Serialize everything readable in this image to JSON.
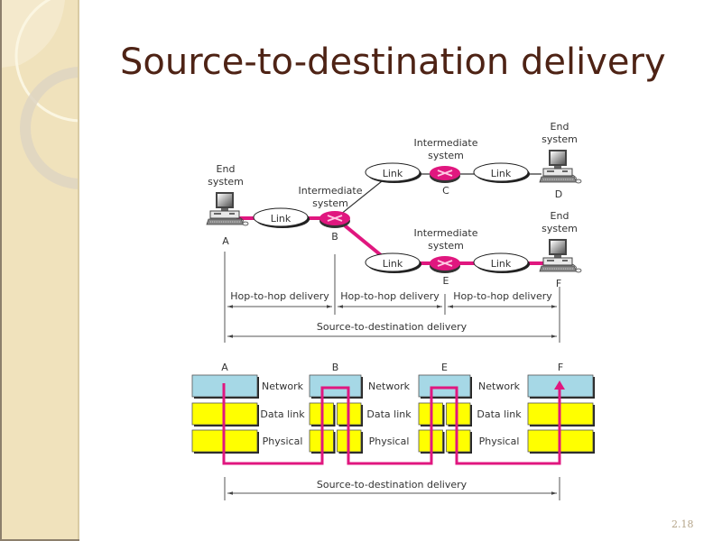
{
  "slide": {
    "title": "Source-to-destination delivery",
    "slide_number": "2.18"
  },
  "colors": {
    "title": "#4e2315",
    "link_line": "#e0177f",
    "router": "#e0177f",
    "network_layer": "#a6d8e6",
    "datalink_layer": "#ffff00",
    "sidebar": "#f0e2bc"
  },
  "top_diagram": {
    "nodes": [
      {
        "id": "A",
        "label": "A",
        "type": "end-system",
        "caption": [
          "End",
          "system"
        ]
      },
      {
        "id": "B",
        "label": "B",
        "type": "intermediate-system",
        "caption": [
          "Intermediate",
          "system"
        ]
      },
      {
        "id": "C",
        "label": "C",
        "type": "intermediate-system",
        "caption": [
          "Intermediate",
          "system"
        ]
      },
      {
        "id": "D",
        "label": "D",
        "type": "end-system",
        "caption": [
          "End",
          "system"
        ]
      },
      {
        "id": "E",
        "label": "E",
        "type": "intermediate-system",
        "caption": [
          "Intermediate",
          "system"
        ]
      },
      {
        "id": "F",
        "label": "F",
        "type": "end-system",
        "caption": [
          "End",
          "system"
        ]
      }
    ],
    "links": [
      {
        "from": "A",
        "to": "B",
        "label": "Link",
        "active": true
      },
      {
        "from": "B",
        "to": "C",
        "label": "Link",
        "active": false
      },
      {
        "from": "C",
        "to": "D",
        "label": "Link",
        "active": false
      },
      {
        "from": "B",
        "to": "E",
        "label": "Link",
        "active": true
      },
      {
        "from": "E",
        "to": "F",
        "label": "Link",
        "active": true
      }
    ],
    "hop_labels": [
      "Hop-to-hop delivery",
      "Hop-to-hop delivery",
      "Hop-to-hop delivery"
    ],
    "source_to_destination_label": "Source-to-destination delivery"
  },
  "bottom_diagram": {
    "stacks": [
      {
        "id": "A",
        "label": "A",
        "split": false
      },
      {
        "id": "B",
        "label": "B",
        "split": true
      },
      {
        "id": "E",
        "label": "E",
        "split": true
      },
      {
        "id": "F",
        "label": "F",
        "split": false
      }
    ],
    "layers": [
      "Network",
      "Data link",
      "Physical"
    ],
    "source_to_destination_label": "Source-to-destination delivery"
  }
}
